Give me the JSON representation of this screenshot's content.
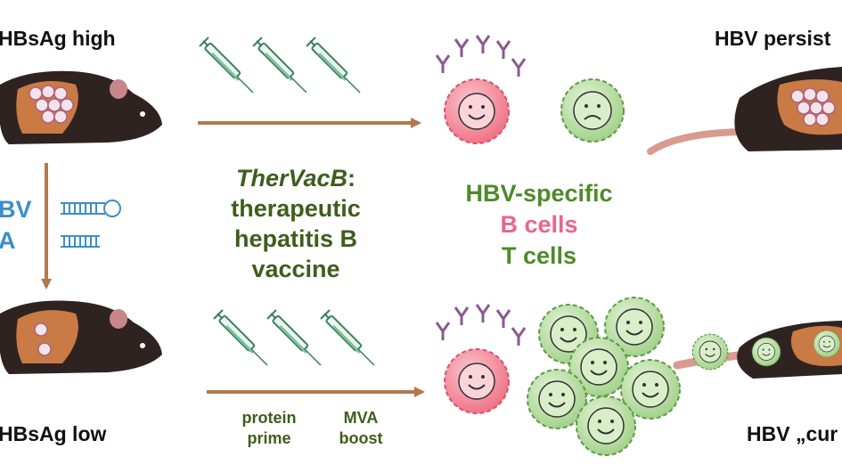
{
  "labels": {
    "hbsag_high": "HBsAg high",
    "hbsag_low": "HBsAg low",
    "hbv_persist": "HBV persist",
    "hbv_cure": "HBV „cur",
    "sirna_line1": "BV",
    "sirna_line2": "A"
  },
  "vaccine": {
    "name": "TherVacB",
    "name_suffix": ":",
    "line2": "therapeutic",
    "line3": "hepatitis B",
    "line4": "vaccine"
  },
  "cells": {
    "line1": "HBV-specific",
    "line2": "B cells",
    "line3": "T cells"
  },
  "regimen": {
    "prime_line1": "protein",
    "prime_line2": "prime",
    "boost_line1": "MVA",
    "boost_line2": "boost"
  },
  "colors": {
    "arrow": "#b07a4e",
    "dark_green_text": "#3d5e1c",
    "green_text": "#4e8a2a",
    "pink_text": "#e8668a",
    "blue_text": "#3b8fc8",
    "antibody": "#8a5a8f",
    "b_cell": "#f07f8e",
    "t_cell": "#b9e0a5",
    "mouse_body": "#2e2320",
    "liver": "#c97a45",
    "syringe": "#4e9a7a"
  }
}
